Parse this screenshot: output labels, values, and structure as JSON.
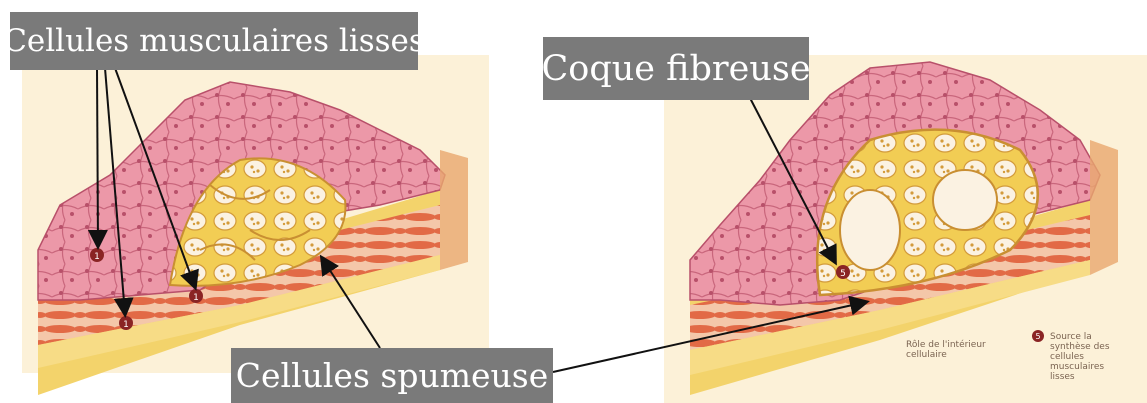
{
  "labels": {
    "smooth_muscle": "Cellules musculaires lisses",
    "fibrous_cap": "Coque fibreuse",
    "foam_cells": "Cellules spumeuse"
  },
  "notes": {
    "left_note": "Rôle de l'intérieur cellulaire",
    "right_note": "Source la synthèse des cellules musculaires lisses"
  },
  "markers": {
    "marker_1": "1",
    "marker_2": "1",
    "marker_3": "1",
    "marker_4": "5",
    "marker_5": "5"
  },
  "colors": {
    "label_bg": "#7a7a7a",
    "background": "#fcf1d8",
    "endothelium": "#e9899c",
    "plaque_yellow": "#f2d15c",
    "muscle": "#e0603c",
    "arrow": "#111111"
  }
}
